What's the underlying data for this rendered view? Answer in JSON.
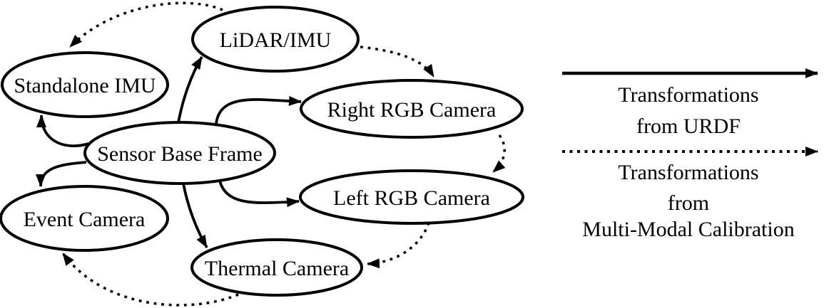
{
  "figure": {
    "colors": {
      "ink": "#000000",
      "background": "#ffffff"
    }
  },
  "diagram": {
    "nodes": [
      {
        "id": "standalone-imu",
        "label": "Standalone IMU"
      },
      {
        "id": "lidar-imu",
        "label": "LiDAR/IMU"
      },
      {
        "id": "right-rgb-camera",
        "label": "Right RGB Camera"
      },
      {
        "id": "sensor-base-frame",
        "label": "Sensor Base Frame"
      },
      {
        "id": "left-rgb-camera",
        "label": "Left RGB Camera"
      },
      {
        "id": "event-camera",
        "label": "Event Camera"
      },
      {
        "id": "thermal-camera",
        "label": "Thermal Camera"
      }
    ],
    "edges": {
      "solid_urdf": [
        {
          "from": "Sensor Base Frame",
          "to": "Standalone IMU"
        },
        {
          "from": "Sensor Base Frame",
          "to": "LiDAR/IMU"
        },
        {
          "from": "Sensor Base Frame",
          "to": "Right RGB Camera"
        },
        {
          "from": "Sensor Base Frame",
          "to": "Left RGB Camera"
        },
        {
          "from": "Sensor Base Frame",
          "to": "Event Camera"
        },
        {
          "from": "Sensor Base Frame",
          "to": "Thermal Camera"
        }
      ],
      "dotted_calibration": [
        {
          "from": "LiDAR/IMU",
          "to": "Standalone IMU"
        },
        {
          "from": "LiDAR/IMU",
          "to": "Right RGB Camera"
        },
        {
          "from": "Right RGB Camera",
          "to": "Left RGB Camera"
        },
        {
          "from": "Left RGB Camera",
          "to": "Thermal Camera"
        },
        {
          "from": "Thermal Camera",
          "to": "Event Camera"
        }
      ]
    }
  },
  "legend": {
    "solid": {
      "line1": "Transformations",
      "line2": "from URDF"
    },
    "dotted": {
      "line1": "Transformations",
      "line2": "from",
      "line3": "Multi-Modal Calibration"
    }
  }
}
